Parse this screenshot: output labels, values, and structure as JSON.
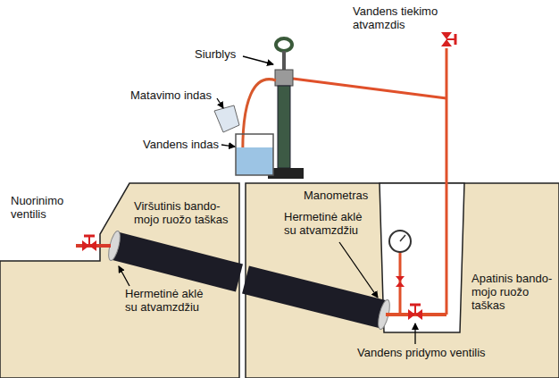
{
  "diagram": {
    "labels": [
      "Vandens tiekimo atvamzdis",
      "Siurblys",
      "Matavimo indas",
      "Vandens indas",
      "Nuorinimo ventilis",
      "Viršutinis bando- mojo ruožo taškas",
      "Manometras",
      "Hermetinė aklė su atvamzdžiu",
      "Hermetinė aklė su atvamzdžiu",
      "Apatinis bando- mojo ruožo taškas",
      "Vandens pridymo ventilis"
    ]
  }
}
